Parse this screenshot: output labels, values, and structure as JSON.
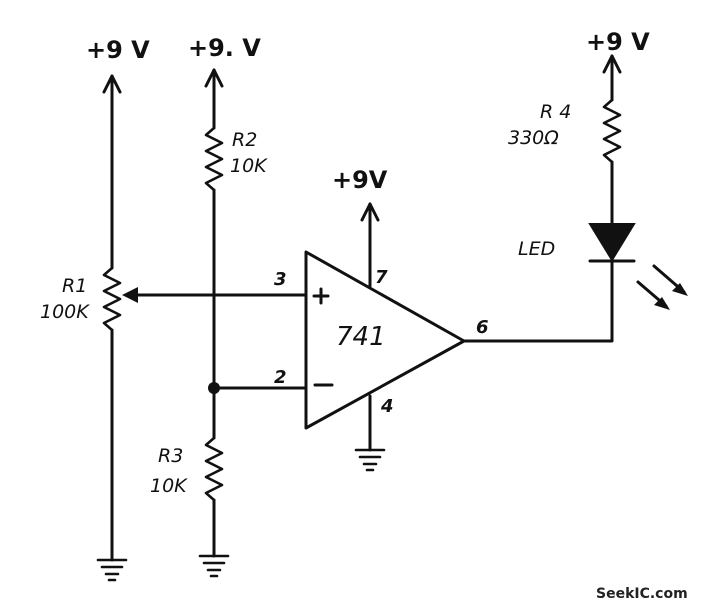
{
  "supplies": {
    "r1": "+9 V",
    "r2": "+9. V",
    "opamp": "+9V",
    "r4": "+9 V"
  },
  "components": {
    "r1_name": "R1",
    "r1_value": "100K",
    "r2_name": "R2",
    "r2_value": "10K",
    "r3_name": "R3",
    "r3_value": "10K",
    "r4_name": "R 4",
    "r4_value": "330Ω",
    "led": "LED",
    "opamp": "741"
  },
  "pins": {
    "noninv": "3",
    "inv": "2",
    "vplus": "7",
    "vminus": "4",
    "out": "6"
  },
  "watermark": "SeekIC.com"
}
